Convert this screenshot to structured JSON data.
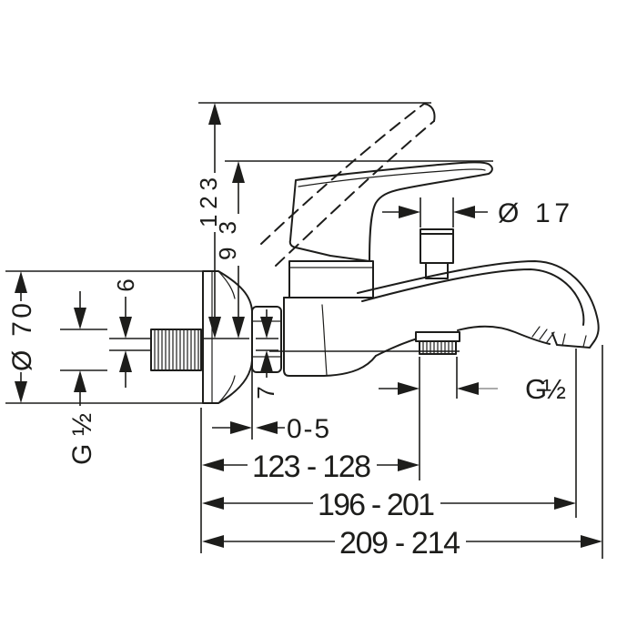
{
  "drawing": {
    "description": "Technical dimension drawing, side elevation, of a wall-mounted single-lever bath mixer tap with diverter knob, curved spout and lower shower-hose outlet",
    "background": "#ffffff",
    "line_color": "#1d1d1b"
  },
  "dimensions": {
    "total_height": "123",
    "spout_height": "93",
    "diverter_knob_diameter": "Ø 17",
    "escutcheon_diameter": "Ø 70",
    "escutcheon_adjustment": "6",
    "inlet_thread": "G ½",
    "centre_offset": "7",
    "installation_tolerance": "0-5",
    "wall_to_shower_outlet": "123 - 128",
    "wall_to_aerator": "196 - 201",
    "wall_to_spout_tip": "209 - 214",
    "shower_outlet_thread": "G ½"
  }
}
